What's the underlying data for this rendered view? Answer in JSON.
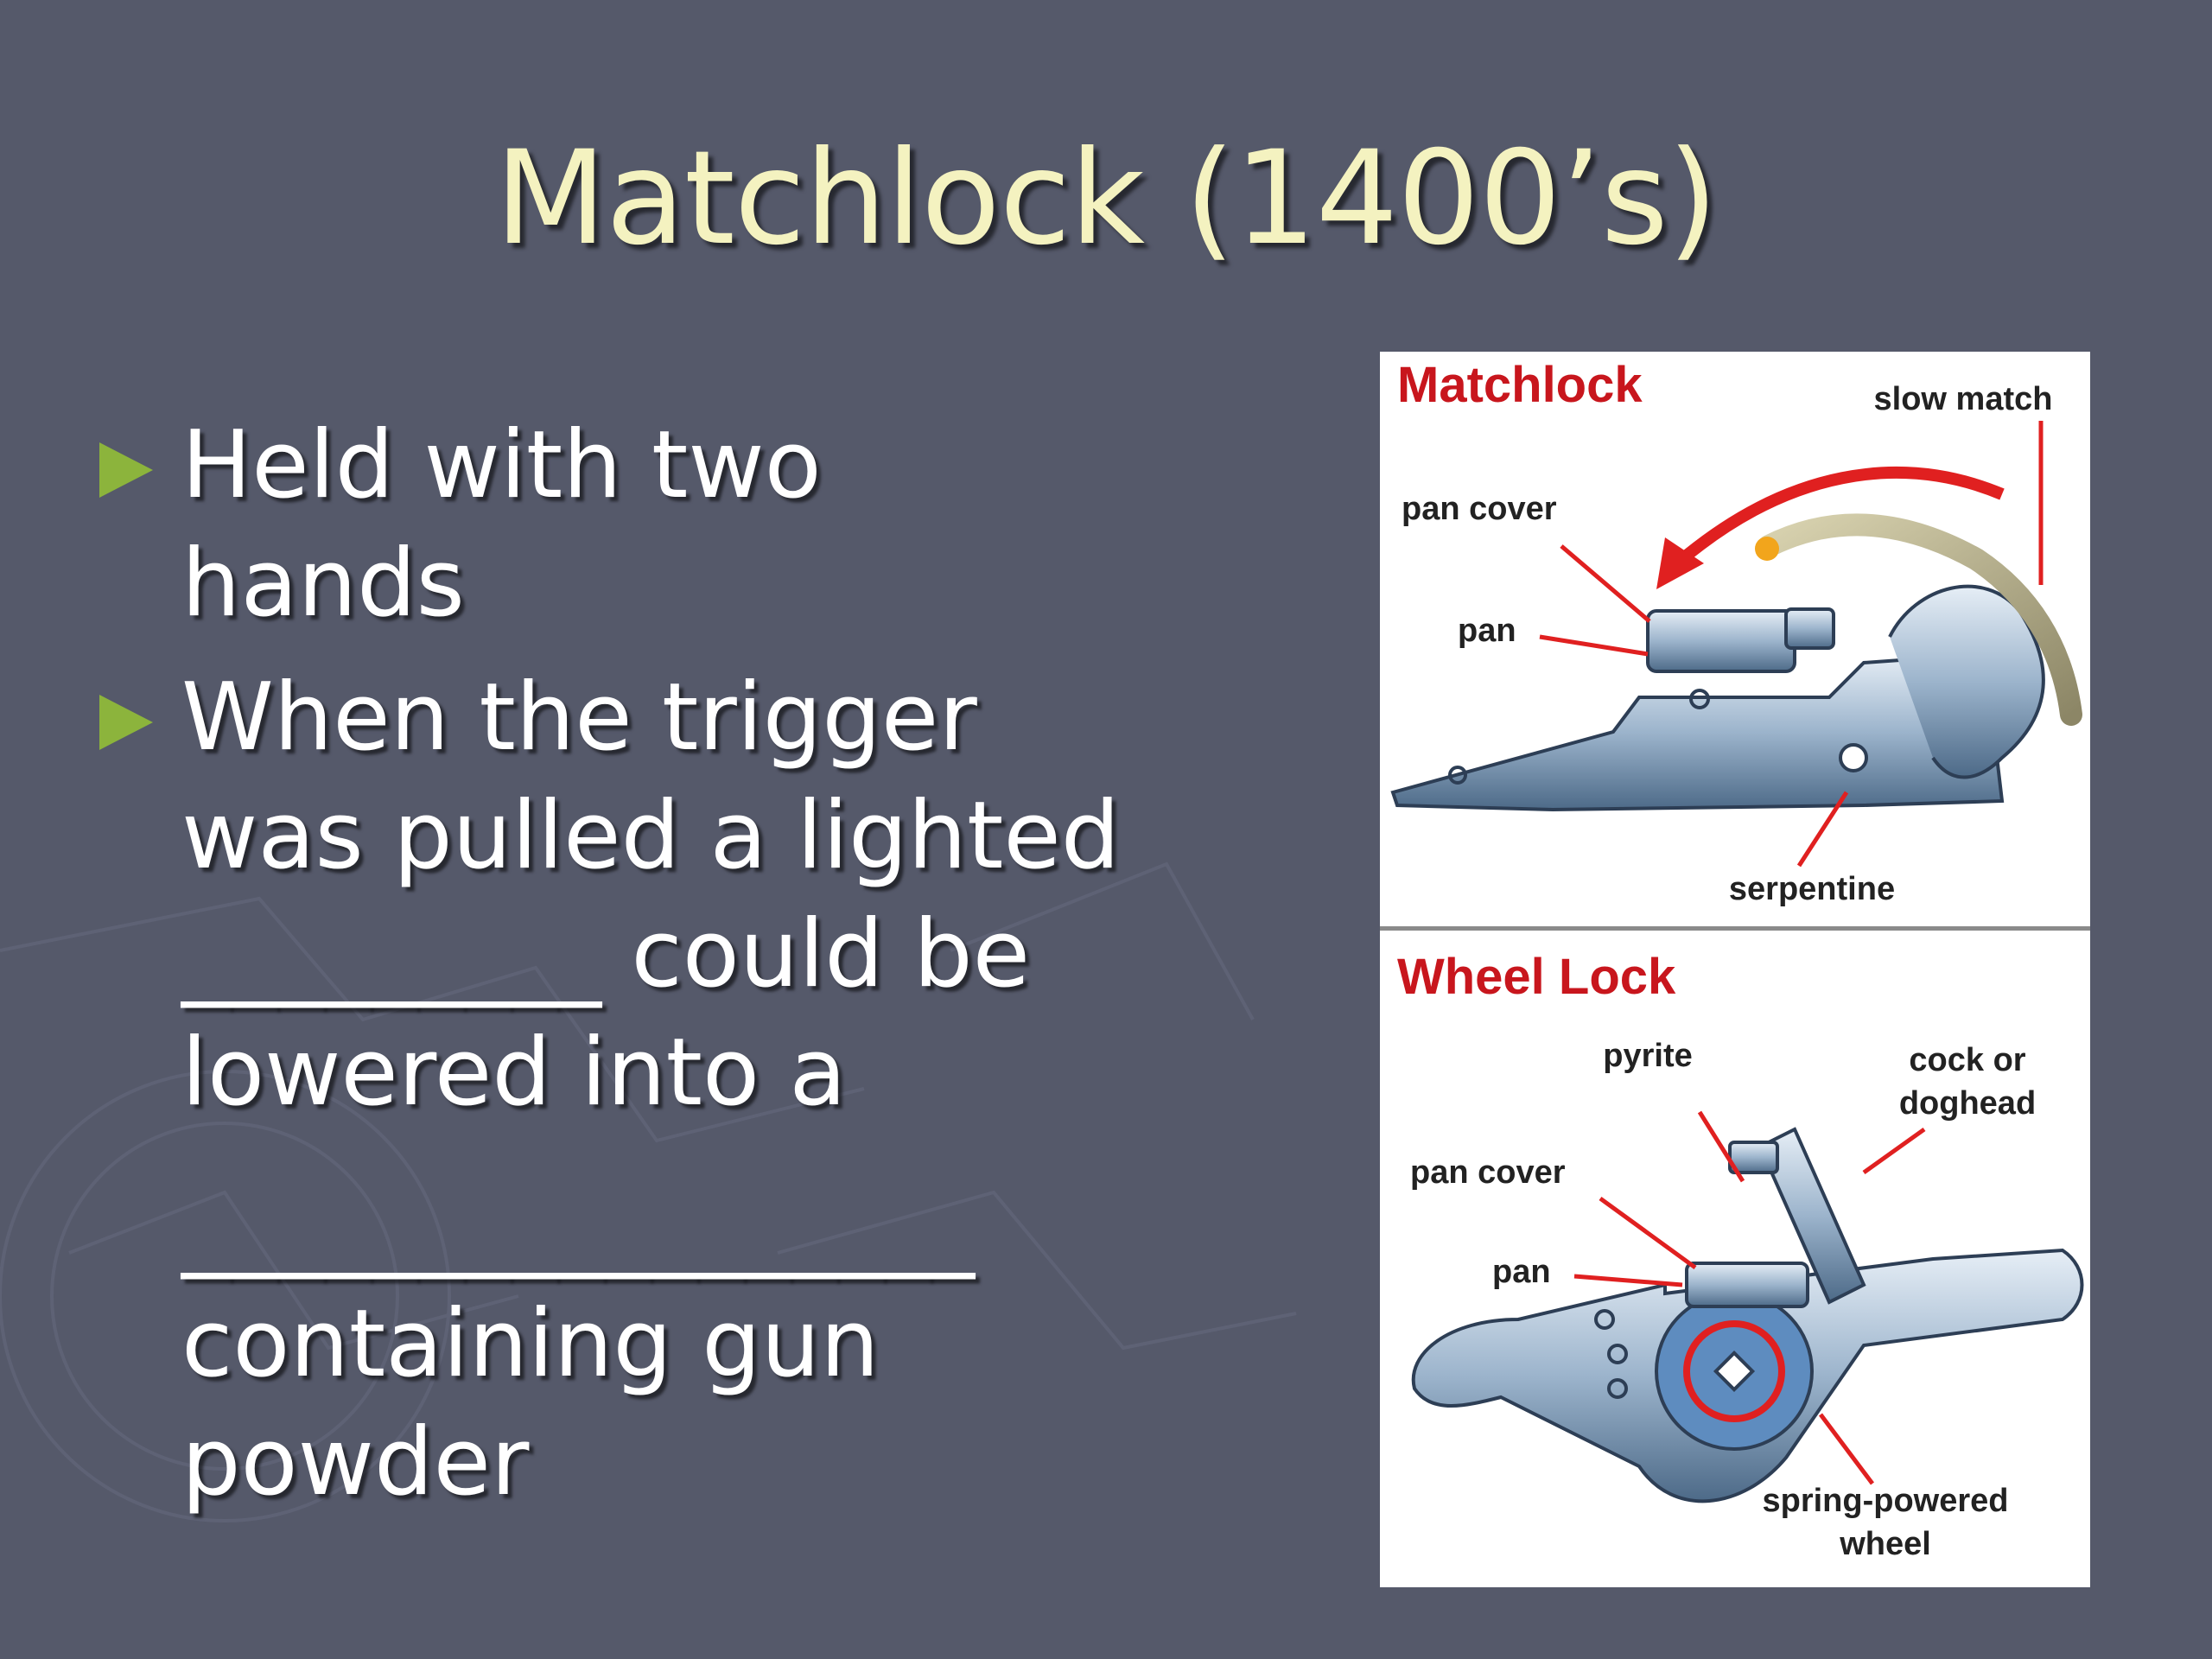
{
  "slide": {
    "title": "Matchlock (1400’s)",
    "bullets": [
      {
        "lines": [
          "Held with two",
          "hands"
        ]
      },
      {
        "lines": [
          "When the trigger",
          "was pulled a lighted",
          "_________ could be",
          "lowered into a",
          "",
          "_________________",
          "containing gun",
          "powder"
        ]
      }
    ]
  },
  "diagram": {
    "matchlock": {
      "title": "Matchlock",
      "labels": {
        "slow_match": "slow match",
        "pan_cover": "pan cover",
        "pan": "pan",
        "serpentine": "serpentine"
      }
    },
    "wheel_lock": {
      "title": "Wheel Lock",
      "labels": {
        "pyrite": "pyrite",
        "cock_line1": "cock or",
        "cock_line2": "doghead",
        "pan_cover": "pan cover",
        "pan": "pan",
        "wheel_line1": "spring-powered",
        "wheel_line2": "wheel"
      }
    }
  },
  "colors": {
    "background": "#55596a",
    "title": "#f4f2c0",
    "bullet_marker": "#8cb43c",
    "label_red": "#c8161d"
  }
}
